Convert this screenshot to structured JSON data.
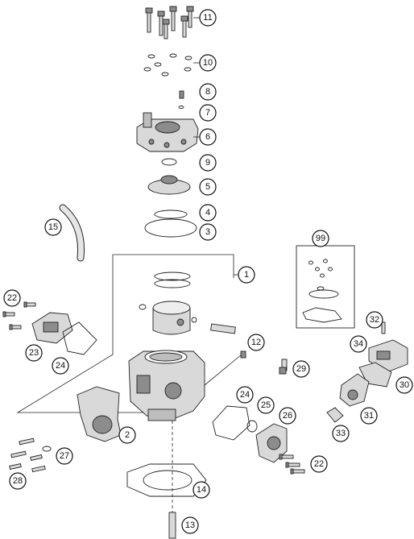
{
  "callouts": {
    "c1": "1",
    "c2": "2",
    "c3": "3",
    "c4": "4",
    "c5": "5",
    "c6": "6",
    "c7": "7",
    "c8": "8",
    "c9": "9",
    "c10": "10",
    "c11": "11",
    "c12": "12",
    "c13": "13",
    "c14": "14",
    "c15": "15",
    "c22a": "22",
    "c22b": "22",
    "c23": "23",
    "c24a": "24",
    "c24b": "24",
    "c25": "25",
    "c26": "26",
    "c27": "27",
    "c28": "28",
    "c29": "29",
    "c30": "30",
    "c31": "31",
    "c32": "32",
    "c33": "33",
    "c34": "34",
    "c99": "99"
  },
  "colors": {
    "ink": "#222222",
    "part_fill": "#d9d9d9",
    "part_dark": "#8c8c8c",
    "background": "#ffffff"
  }
}
